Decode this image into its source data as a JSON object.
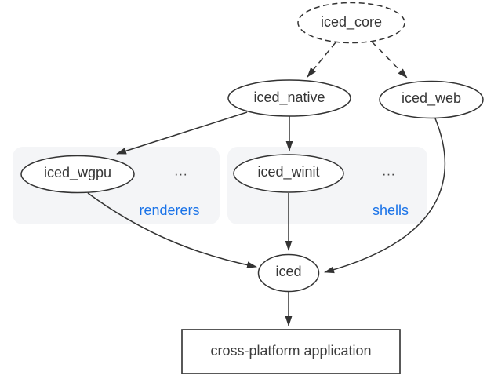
{
  "nodes": {
    "iced_core": {
      "label": "iced_core"
    },
    "iced_native": {
      "label": "iced_native"
    },
    "iced_web": {
      "label": "iced_web"
    },
    "iced_wgpu": {
      "label": "iced_wgpu"
    },
    "iced_winit": {
      "label": "iced_winit"
    },
    "iced": {
      "label": "iced"
    },
    "application": {
      "label": "cross-platform application"
    }
  },
  "groups": {
    "renderers": {
      "caption": "renderers",
      "ellipsis": "..."
    },
    "shells": {
      "caption": "shells",
      "ellipsis": "..."
    }
  },
  "colors": {
    "edge_stroke": "#333333",
    "node_outline": "#333333",
    "node_fill": "#ffffff",
    "node_text": "#363636",
    "caption_blue": "#1a73e8",
    "group_background": "#f4f5f7",
    "application_outline": "#3c3c3c",
    "canvas_background": "#ffffff"
  }
}
